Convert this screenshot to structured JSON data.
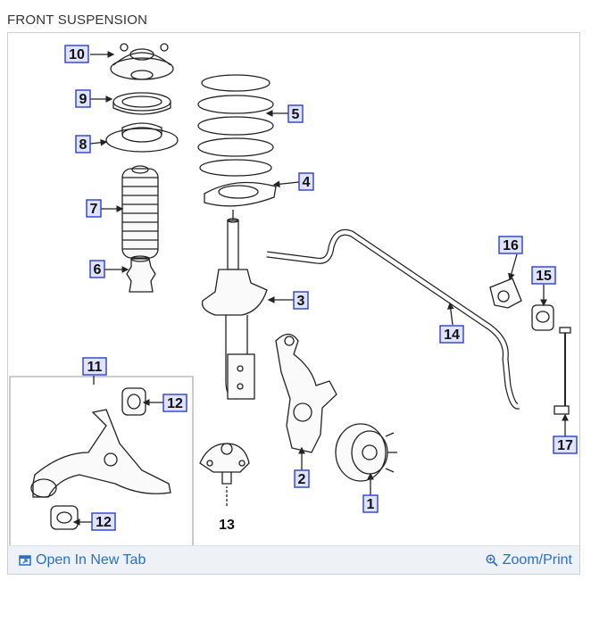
{
  "page_title": "FRONT SUSPENSION",
  "footer": {
    "open_new_tab": "Open In New Tab",
    "zoom_print": "Zoom/Print"
  },
  "callouts": {
    "c1": "1",
    "c2": "2",
    "c3": "3",
    "c4": "4",
    "c5": "5",
    "c6": "6",
    "c7": "7",
    "c8": "8",
    "c9": "9",
    "c10": "10",
    "c11": "11",
    "c12a": "12",
    "c12b": "12",
    "c13": "13",
    "c14": "14",
    "c15": "15",
    "c16": "16",
    "c17": "17"
  },
  "colors": {
    "callout_border": "#2a3fc8",
    "link": "#2a6fc0",
    "line": "#222222"
  }
}
